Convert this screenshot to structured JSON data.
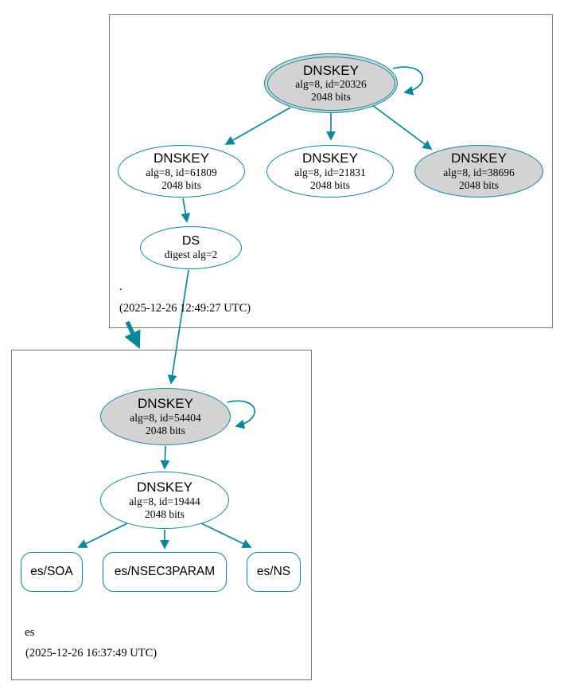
{
  "diagram": "DNSSEC authentication chain",
  "colors": {
    "secure_edge": "#0a879a",
    "ksk_fill": "#d3d3d3",
    "zsk_fill": "#ffffff",
    "zone_border": "#777777"
  },
  "zones": [
    {
      "name": ".",
      "timestamp": "(2025-12-26 12:49:27 UTC)",
      "nodes": [
        {
          "title": "DNSKEY",
          "line2": "alg=8, id=20326",
          "line3": "2048 bits"
        },
        {
          "title": "DNSKEY",
          "line2": "alg=8, id=61809",
          "line3": "2048 bits"
        },
        {
          "title": "DNSKEY",
          "line2": "alg=8, id=21831",
          "line3": "2048 bits"
        },
        {
          "title": "DNSKEY",
          "line2": "alg=8, id=38696",
          "line3": "2048 bits"
        },
        {
          "title": "DS",
          "line2": "digest alg=2"
        }
      ]
    },
    {
      "name": "es",
      "timestamp": "(2025-12-26 16:37:49 UTC)",
      "nodes": [
        {
          "title": "DNSKEY",
          "line2": "alg=8, id=54404",
          "line3": "2048 bits"
        },
        {
          "title": "DNSKEY",
          "line2": "alg=8, id=19444",
          "line3": "2048 bits"
        }
      ],
      "rrsets": [
        {
          "label": "es/SOA"
        },
        {
          "label": "es/NSEC3PARAM"
        },
        {
          "label": "es/NS"
        }
      ]
    }
  ]
}
